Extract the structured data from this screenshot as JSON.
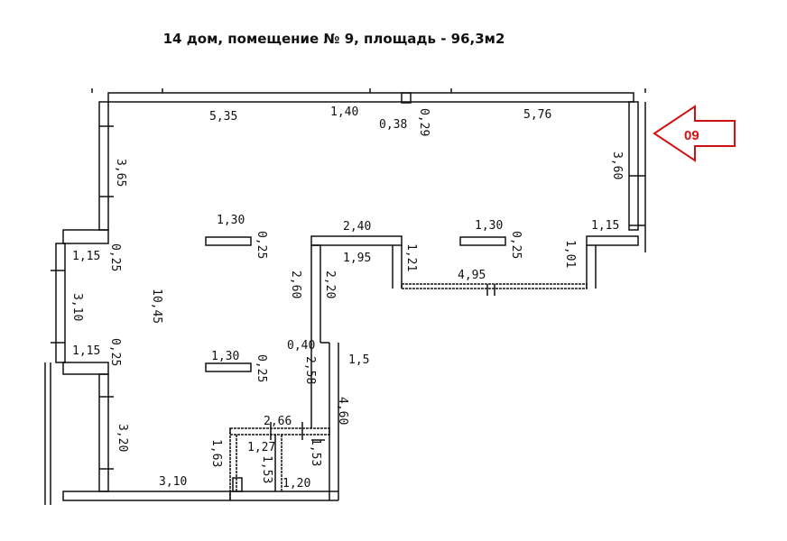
{
  "title": "14 дом, помещение № 9, площадь - 96,3м2",
  "marker": {
    "label": "09",
    "color": "#d11111"
  },
  "dimensions": {
    "top_left": "5,35",
    "top_mid": "1,40",
    "top_small_a": "0,38",
    "top_small_b": "0,29",
    "top_right": "5,76",
    "right_upper": "3,60",
    "left_upper": "3,65",
    "left_mid": "3,10",
    "left_lower": "3,20",
    "left_total": "10,45",
    "col_a": "1,30",
    "col_a_w": "0,25",
    "col_b": "1,30",
    "col_b_w": "0,25",
    "col_c": "1,30",
    "col_c_w": "0,25",
    "notch_a": "1,15",
    "notch_a_w": "0,25",
    "notch_b": "1,15",
    "notch_b_w": "0,25",
    "step_top": "2,40",
    "step_inner": "1,95",
    "step_side": "1,21",
    "right_notch": "1,15",
    "right_notch_h": "1,01",
    "inner_wall": "4,95",
    "corridor_a": "2,60",
    "corridor_b": "2,20",
    "corridor_c": "0,40",
    "corridor_d": "2,58",
    "corridor_e": "1,5",
    "corridor_f": "4,60",
    "wc_top": "2,66",
    "wc_a": "1,27",
    "wc_b": "1,63",
    "wc_c": "1,53",
    "wc_d": "1,53",
    "wc_e": "1,20",
    "bottom": "3,10"
  }
}
